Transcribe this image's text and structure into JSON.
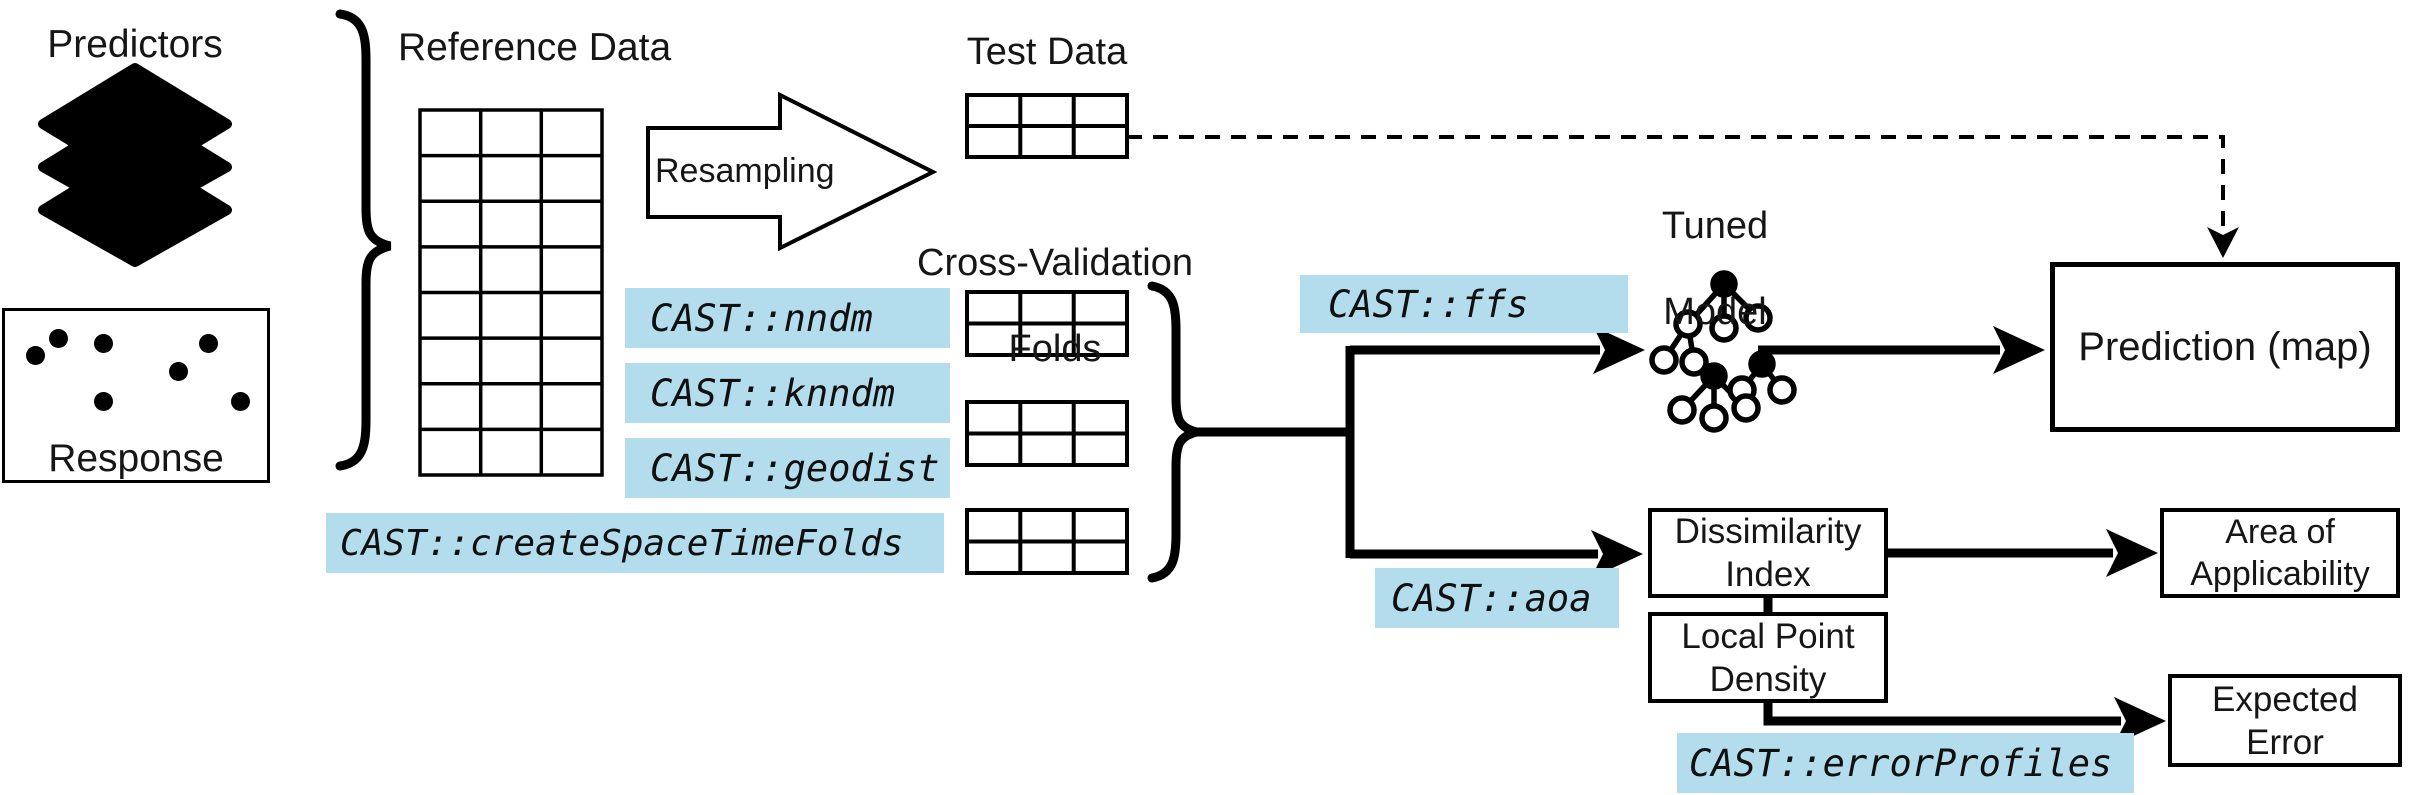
{
  "colors": {
    "highlight": "#b3dded",
    "ink": "#000000",
    "background": "#ffffff"
  },
  "icons": {
    "predictors": "layers-icon",
    "response": "scatter-points-icon",
    "tuned_model": "decision-tree-icon",
    "resampling": "block-arrow-right-icon"
  },
  "nodes": {
    "predictors": {
      "label": "Predictors"
    },
    "response": {
      "label": "Response"
    },
    "reference_data": {
      "label": "Reference Data"
    },
    "resampling": {
      "label": "Resampling"
    },
    "test_data": {
      "label": "Test Data"
    },
    "cv_folds": {
      "line1": "Cross-Validation",
      "line2": "Folds"
    },
    "tuned_model": {
      "line1": "Tuned",
      "line2": "Model"
    },
    "prediction": {
      "label": "Prediction (map)"
    },
    "dissimilarity_index": {
      "line1": "Dissimilarity",
      "line2": "Index"
    },
    "local_point_density": {
      "line1": "Local Point",
      "line2": "Density"
    },
    "area_of_applicability": {
      "line1": "Area of",
      "line2": "Applicability"
    },
    "expected_error": {
      "line1": "Expected",
      "line2": "Error"
    }
  },
  "code_labels": {
    "nndm": "CAST::nndm",
    "knndm": "CAST::knndm",
    "geodist": "CAST::geodist",
    "create_space_time_folds": "CAST::createSpaceTimeFolds",
    "ffs": "CAST::ffs",
    "aoa": "CAST::aoa",
    "error_profiles": "CAST::errorProfiles"
  }
}
